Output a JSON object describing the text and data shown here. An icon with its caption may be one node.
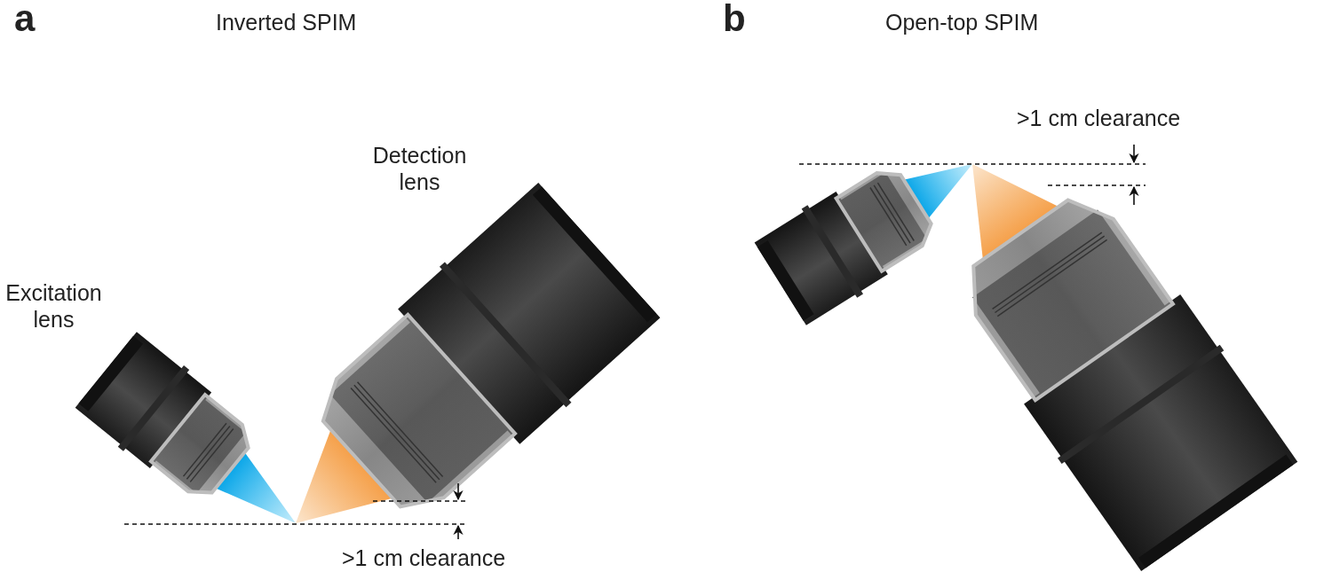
{
  "diagram": {
    "labels": [
      "a",
      "Inverted SPIM",
      "b",
      "Open-top SPIM",
      ">1 cm clearance",
      "Detection lens",
      "Excitation lens",
      ">1 cm clearance"
    ]
  }
}
